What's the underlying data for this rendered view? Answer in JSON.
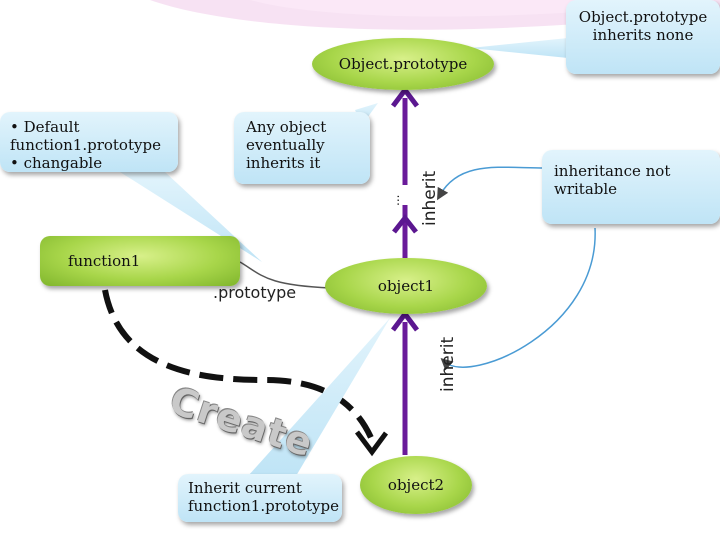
{
  "nodes": {
    "object_prototype": "Object.prototype",
    "function1": "function1",
    "object1": "object1",
    "object2": "object2"
  },
  "callouts": {
    "default_prototype": [
      "• Default",
      "function1.prototype",
      "• changable"
    ],
    "any_object": [
      "Any object",
      "eventually",
      "inherits it"
    ],
    "object_prototype_inherits": [
      "Object.prototype",
      "inherits none"
    ],
    "inheritance_not_writable": [
      "inheritance not",
      "writable"
    ],
    "inherit_current": [
      "Inherit current",
      "function1.prototype"
    ]
  },
  "edge_labels": {
    "prototype": ".prototype",
    "inherit_top": "inherit",
    "inherit_bottom": "inherit",
    "ellipsis": "...",
    "create": "Create"
  },
  "colors": {
    "node_green": "#a8d64a",
    "bubble_blue": "#c8e8f8",
    "inherit_arrow": "#6a1b9a"
  }
}
